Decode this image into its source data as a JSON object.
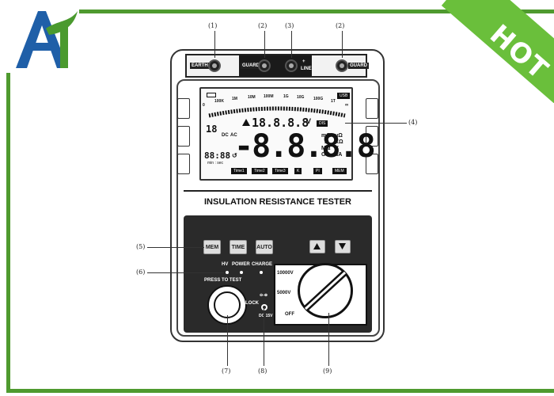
{
  "logo": {
    "letter": "A"
  },
  "badge": {
    "text": "HOT"
  },
  "callouts": [
    "(1)",
    "(2)",
    "(3)",
    "(2)",
    "(4)",
    "(5)",
    "(6)",
    "(7)",
    "(8)",
    "(9)"
  ],
  "jacks": {
    "earth": "EARTH",
    "guard_left": "GUARD",
    "line": "LINE",
    "guard_right": "GUARD",
    "plus": "+"
  },
  "lcd": {
    "scale": [
      "100K",
      "1M",
      "10M",
      "100M",
      "1G",
      "10G",
      "100G",
      "1T"
    ],
    "scale_start": "0",
    "scale_end": "∞",
    "usb": "USB",
    "top_digits": "18.8.8.8",
    "top_unit": "V",
    "dis": "DIS",
    "left_num": "18",
    "dc": "DC",
    "ac": "AC",
    "main_digits": "-8.8.8.8",
    "units_col1": [
      "mΩ",
      "Ω",
      "MΩ",
      "GΩ"
    ],
    "units_col2": [
      "uΩ",
      "KΩ",
      "V",
      "uA"
    ],
    "timer": "88:88",
    "timer_unit": "min : sec",
    "chips": [
      "Time1",
      "Time2",
      "Time3",
      "K",
      "PI",
      "MEM"
    ]
  },
  "title": "INSULATION RESISTANCE TESTER",
  "keys": {
    "mem": "MEM",
    "time": "TIME",
    "auto": "AUTO"
  },
  "leds": {
    "hv": "HV",
    "power": "POWER",
    "charge": "CHARGE"
  },
  "press_to_test": "PRESS TO TEST",
  "lock": "LOCK",
  "dc_in": "DC 15V",
  "switch": {
    "pos1": "10000V",
    "pos2": "5000V",
    "pos3": "OFF"
  }
}
